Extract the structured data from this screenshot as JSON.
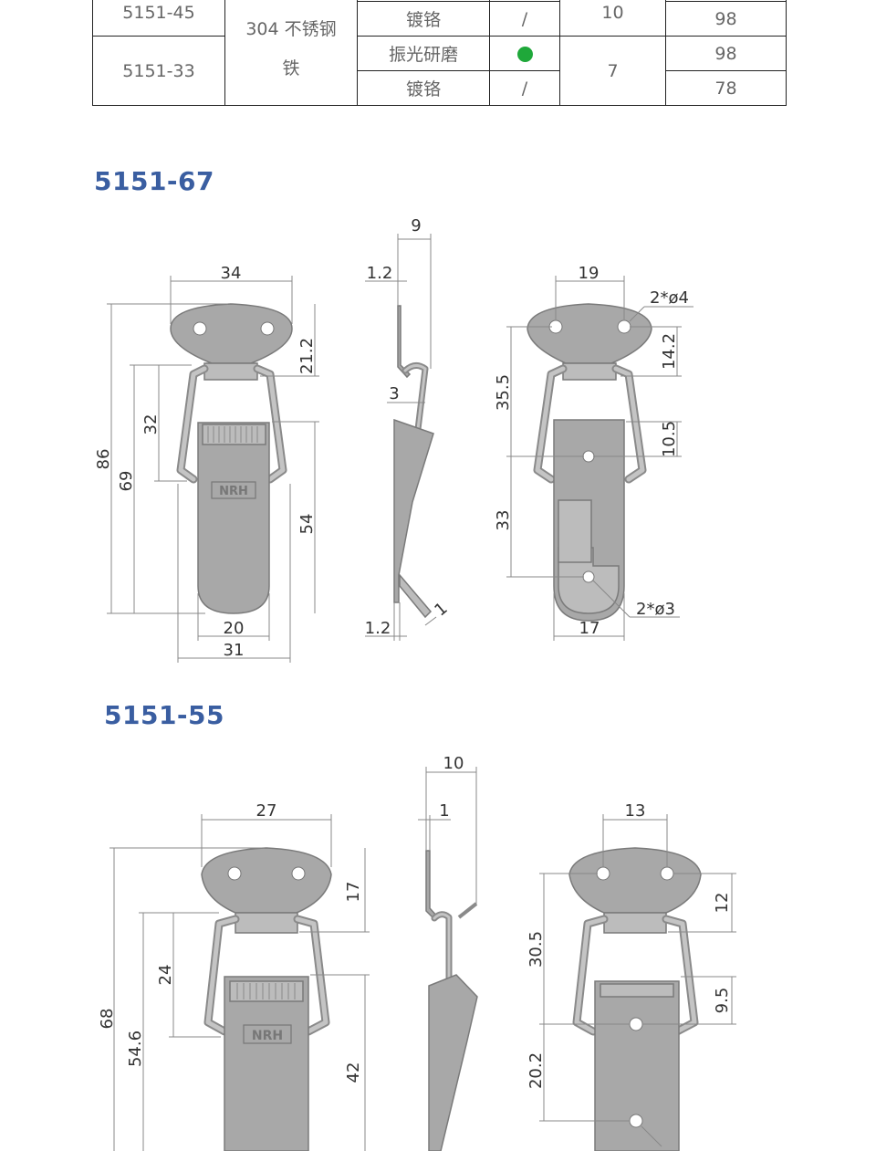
{
  "table": {
    "rows": [
      {
        "model": "5151-45",
        "material": "304 不锈钢",
        "finish": "镀铬",
        "mark": "/",
        "qty": "10",
        "value": "98"
      },
      {
        "material_cont": "铁",
        "finish": "振光研磨",
        "mark": "green-dot",
        "value": "98"
      },
      {
        "model": "5151-33",
        "finish": "镀铬",
        "mark": "/",
        "qty": "7",
        "value": "78"
      }
    ]
  },
  "section_67": {
    "title": "5151-67",
    "front_dims": {
      "top_width": "34",
      "height_total": "86",
      "height_69": "69",
      "height_32": "32",
      "plate_21": "21.2",
      "body_54": "54",
      "bottom_20": "20",
      "bottom_31": "31"
    },
    "side_dims": {
      "depth": "9",
      "thick_top": "1.2",
      "hook": "3",
      "thick_bottom": "1.2",
      "tip": "1"
    },
    "back_dims": {
      "hole_spacing": "19",
      "hole_dia_top": "2*ø4",
      "h_355": "35.5",
      "h_142": "14.2",
      "h_105": "10.5",
      "h_33": "33",
      "bottom_17": "17",
      "hole_dia_bottom": "2*ø3"
    },
    "logo": "NRH"
  },
  "section_55": {
    "title": "5151-55",
    "front_dims": {
      "top_width": "27",
      "height_total": "68",
      "height_546": "54.6",
      "height_24": "24",
      "plate_17": "17",
      "body_42": "42"
    },
    "side_dims": {
      "depth": "10",
      "thick_top": "1"
    },
    "back_dims": {
      "hole_spacing": "13",
      "h_305": "30.5",
      "h_12": "12",
      "h_95": "9.5",
      "h_202": "20.2"
    },
    "logo": "NRH"
  }
}
